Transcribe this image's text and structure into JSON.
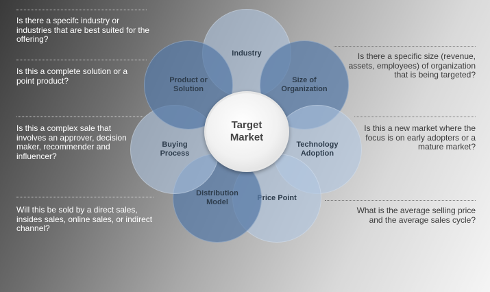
{
  "diagram": {
    "center": {
      "line1": "Target",
      "line2": "Market"
    },
    "petals": [
      {
        "line1": "Industry",
        "line2": ""
      },
      {
        "line1": "Size of",
        "line2": "Organization"
      },
      {
        "line1": "Technology",
        "line2": "Adoption"
      },
      {
        "line1": "Price Point",
        "line2": ""
      },
      {
        "line1": "Distribution",
        "line2": "Model"
      },
      {
        "line1": "Buying",
        "line2": "Process"
      },
      {
        "line1": "Product or",
        "line2": "Solution"
      }
    ]
  },
  "questions_left": [
    "Is there a specifc industry or\nindustries that are best suited for the\noffering?",
    "Is this a complete solution or a\npoint product?",
    "Is this a complex sale that\ninvolves an approver, decision\nmaker, recommender and\ninfluencer?",
    "Will this be sold by a direct sales,\ninsides sales, online sales, or indirect\nchannel?"
  ],
  "questions_right": [
    "Is there a specific size (revenue,\nassets, employees) of organization\nthat is being targeted?",
    "Is this a new market where the\nfocus is on early adopters  or a\nmature market?",
    "What is the average selling price\nand the average sales cycle?"
  ],
  "colors": {
    "petal_light": "#b0c6e1",
    "petal_dark": "#5479a6",
    "center": "#f1f1f1"
  }
}
